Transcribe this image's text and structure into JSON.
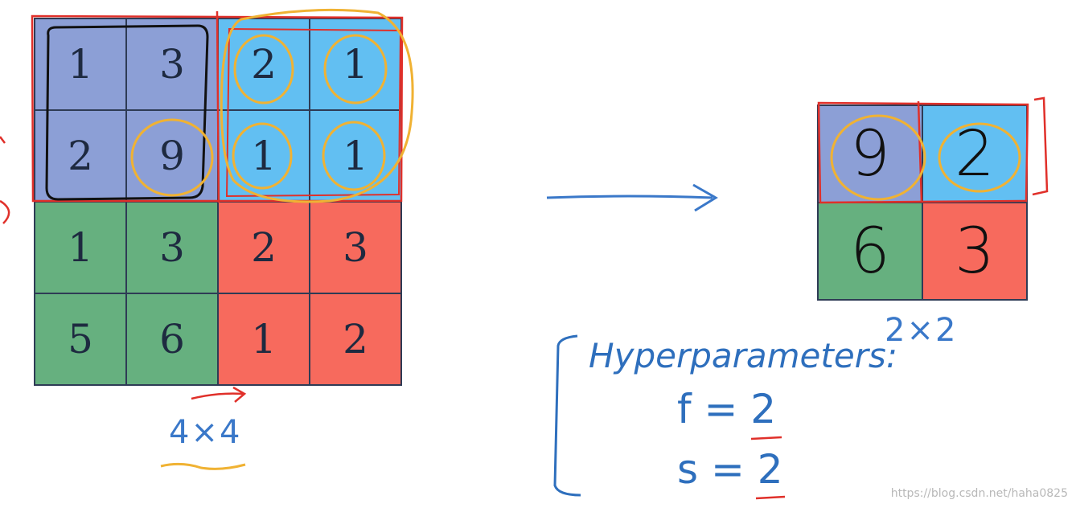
{
  "input_grid": {
    "rows": [
      [
        "1",
        "3",
        "2",
        "1"
      ],
      [
        "2",
        "9",
        "1",
        "1"
      ],
      [
        "1",
        "3",
        "2",
        "3"
      ],
      [
        "5",
        "6",
        "1",
        "2"
      ]
    ],
    "quadrant_colors": {
      "top_left": "#8c9fd6",
      "top_right": "#62bff2",
      "bottom_left": "#66b07f",
      "bottom_right": "#f76a5d"
    }
  },
  "output_grid": {
    "rows": [
      [
        "9",
        "2"
      ],
      [
        "6",
        "3"
      ]
    ]
  },
  "labels": {
    "input_size": "4×4",
    "output_size": "2×2"
  },
  "hyperparameters": {
    "title": "Hyperparameters:",
    "f": "f = 2",
    "s": "s = 2"
  },
  "watermark": "https://blog.csdn.net/haha0825",
  "annotation_colors": {
    "red": "#e0302a",
    "orange": "#f0b233",
    "black": "#111111",
    "blue": "#3a78c9"
  }
}
